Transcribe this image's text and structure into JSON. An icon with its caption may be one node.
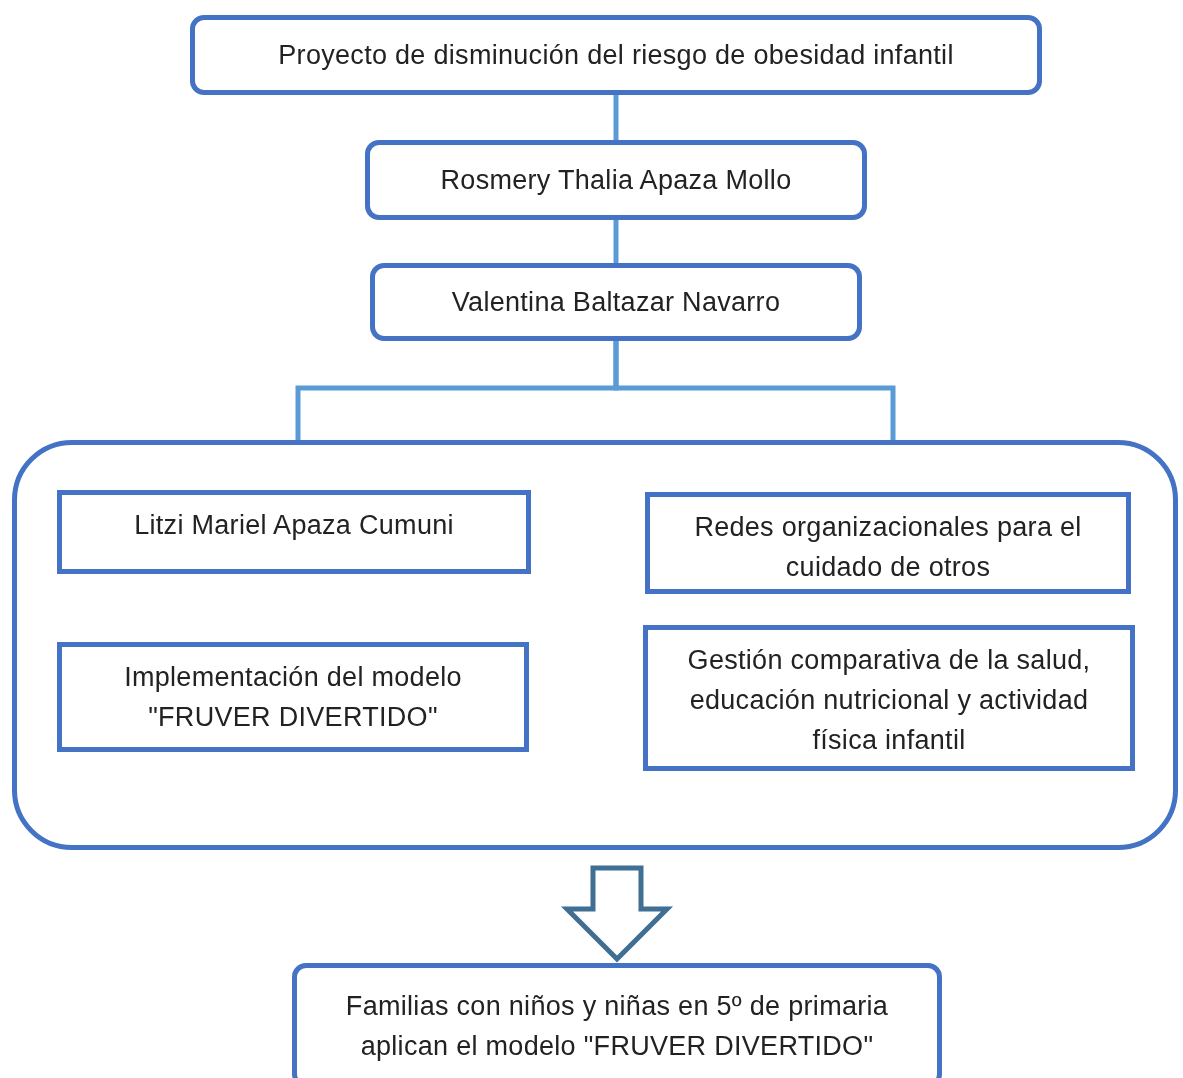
{
  "diagram": {
    "nodes": [
      {
        "text": [
          "Proyecto de disminución del riesgo de obesidad infantil"
        ]
      },
      {
        "text": [
          "Rosmery Thalia Apaza Mollo"
        ]
      },
      {
        "text": [
          "Valentina Baltazar Navarro"
        ]
      },
      {
        "text": [],
        "shape": "box"
      },
      {
        "text": [
          "Litzi Mariel Apaza Cumuni"
        ],
        "in": 3
      },
      {
        "text": [
          "Redes organizacionales para el cuidado de otros"
        ],
        "in": 3
      },
      {
        "text": [
          "Implementación del modelo \"FRUVER DIVERTIDO\""
        ],
        "in": 3
      },
      {
        "text": [
          "Gestión comparativa de la salud, educación nutricional y actividad física infantil"
        ],
        "in": 3
      },
      {
        "text": [
          "Familias con niños y niñas en 5º de primaria aplican el modelo \"FRUVER DIVERTIDO\""
        ]
      }
    ],
    "edges": [
      {
        "from": 0,
        "to": 1,
        "arrow": "none"
      },
      {
        "from": 1,
        "to": 2,
        "arrow": "none"
      },
      {
        "from": 2,
        "to": 3,
        "arrow": "none"
      },
      {
        "from": 2,
        "to": 3,
        "arrow": "none"
      },
      {
        "from": 3,
        "to": 8,
        "arrow": "to",
        "style": "thick",
        "color": "#3f6f93"
      }
    ]
  }
}
